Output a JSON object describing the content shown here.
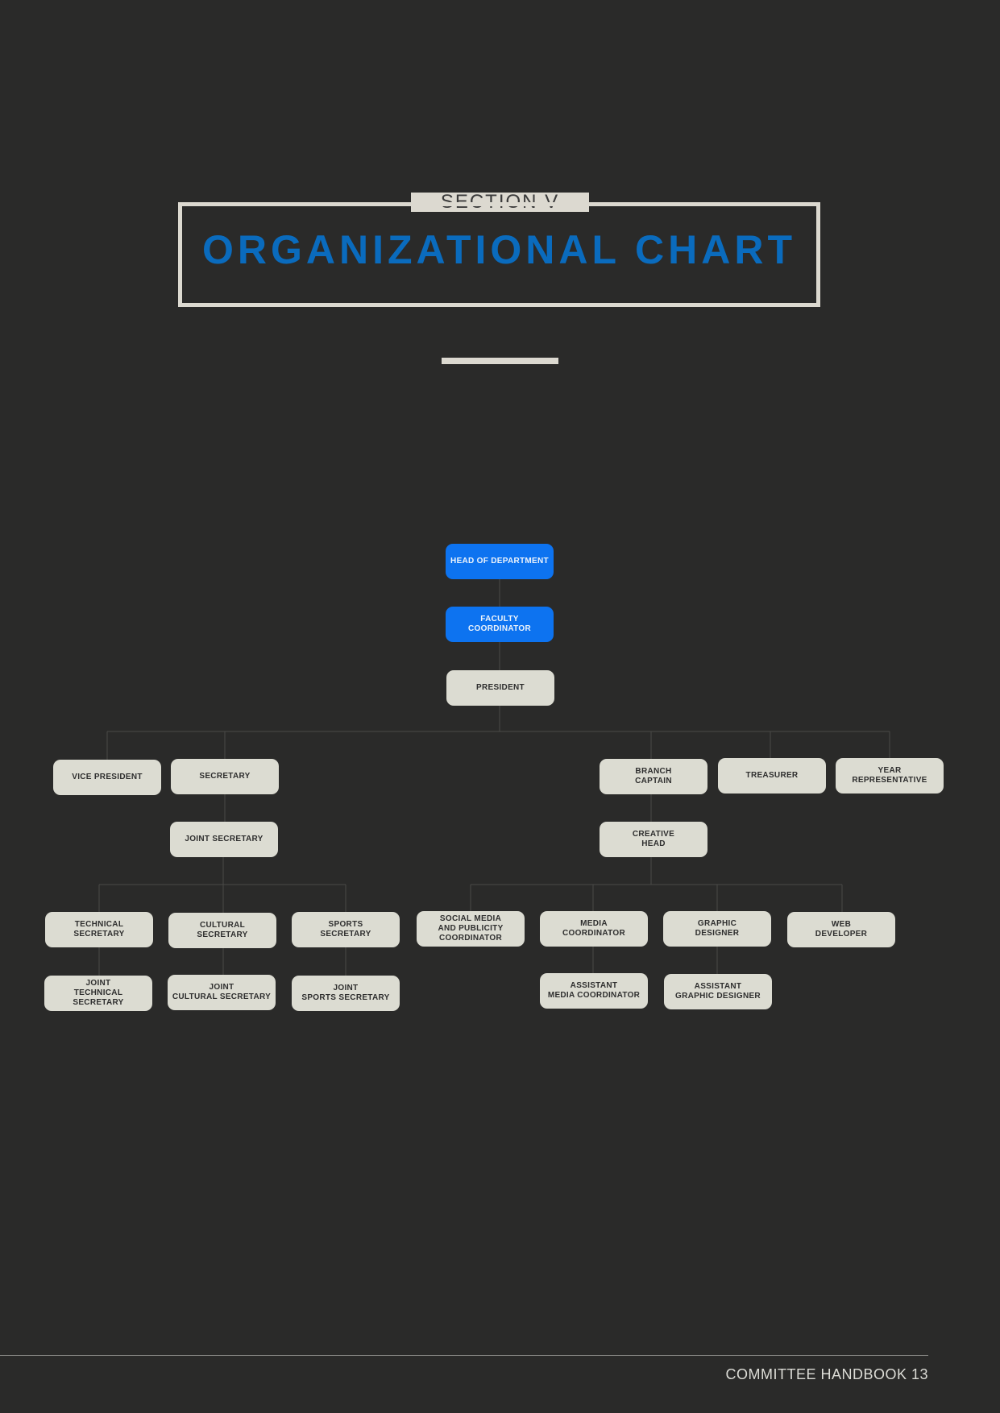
{
  "header": {
    "section_label": "SECTION V",
    "title": "ORGANIZATIONAL CHART"
  },
  "colors": {
    "background": "#2a2a29",
    "title_blue": "#0a6bbd",
    "accent_node": "#0d73f0",
    "node": "#dcdcd2",
    "frame": "#dcd9d0"
  },
  "org": {
    "head_of_department": "HEAD OF DEPARTMENT",
    "faculty_coordinator": "FACULTY\nCOORDINATOR",
    "president": "PRESIDENT",
    "vice_president": "VICE PRESIDENT",
    "secretary": "SECRETARY",
    "joint_secretary": "JOINT SECRETARY",
    "technical_secretary": "TECHNICAL\nSECRETARY",
    "cultural_secretary": "CULTURAL\nSECRETARY",
    "sports_secretary": "SPORTS\nSECRETARY",
    "joint_technical_secretary": "JOINT\nTECHNICAL SECRETARY",
    "joint_cultural_secretary": "JOINT\nCULTURAL SECRETARY",
    "joint_sports_secretary": "JOINT\nSPORTS SECRETARY",
    "branch_captain": "BRANCH\nCAPTAIN",
    "treasurer": "TREASURER",
    "year_representative": "YEAR\nREPRESENTATIVE",
    "creative_head": "CREATIVE\nHEAD",
    "social_media_coordinator": "SOCIAL MEDIA\nAND PUBLICITY\nCOORDINATOR",
    "media_coordinator": "MEDIA\nCOORDINATOR",
    "graphic_designer": "GRAPHIC\nDESIGNER",
    "web_developer": "WEB\nDEVELOPER",
    "assistant_media_coordinator": "ASSISTANT\nMEDIA COORDINATOR",
    "assistant_graphic_designer": "ASSISTANT\nGRAPHIC DESIGNER"
  },
  "footer": {
    "text": "COMMITTEE HANDBOOK 13"
  }
}
